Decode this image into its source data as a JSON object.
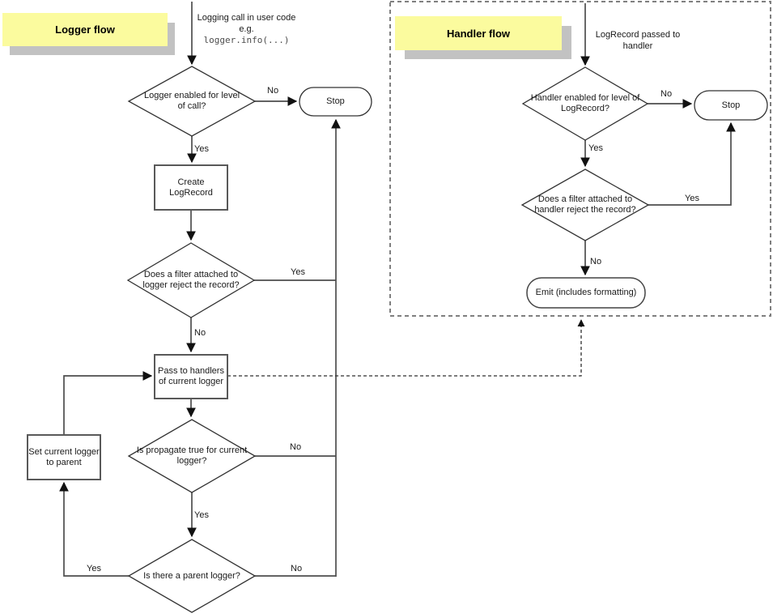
{
  "labels": {
    "yes": "Yes",
    "no": "No"
  },
  "logger_flow": {
    "title": "Logger flow",
    "entry_text": "Logging call in user code",
    "entry_eg": "e.g.",
    "entry_code": "logger.info(...)",
    "decision_enabled": "Logger enabled for level of call?",
    "stop": "Stop",
    "process_create": "Create LogRecord",
    "decision_filter": "Does a filter attached to logger reject the record?",
    "process_pass": "Pass to handlers of current logger",
    "decision_propagate": "Is propagate true for current logger?",
    "process_set_parent": "Set current logger to parent",
    "decision_parent": "Is there a parent logger?"
  },
  "handler_flow": {
    "title": "Handler flow",
    "entry_text": "LogRecord passed to handler",
    "decision_enabled": "Handler enabled for level of LogRecord?",
    "stop": "Stop",
    "decision_filter": "Does a filter attached to handler reject the record?",
    "terminal_emit": "Emit (includes formatting)"
  },
  "colors": {
    "banner_fill": "#fbfb9e",
    "banner_shadow": "#c2c2c2",
    "connector_line": "#4d4d4d",
    "shape_outline": "#333333",
    "process_outline": "#595959",
    "dashed_frame": "#7f7f7f",
    "text": "#1a1a1a",
    "code_text": "#4d4d4d"
  }
}
